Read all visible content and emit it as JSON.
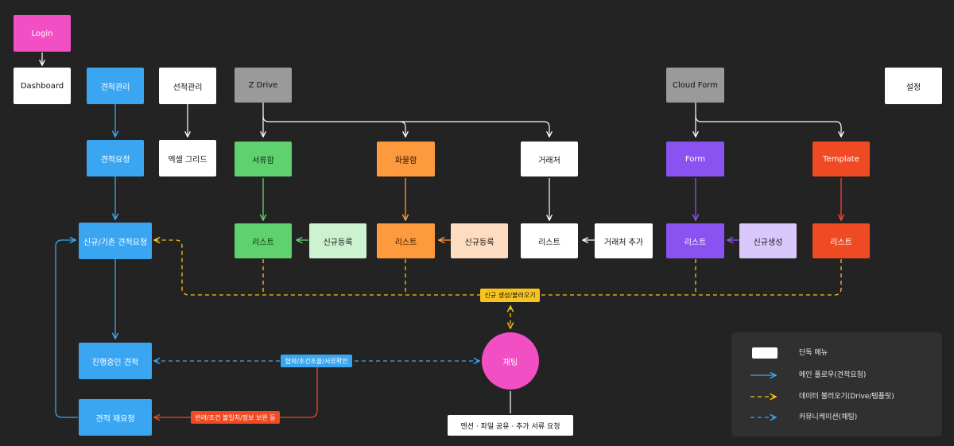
{
  "nodes": {
    "login": "Login",
    "dashboard": "Dashboard",
    "quote_manage": "견적관리",
    "vessel_manage": "선적관리",
    "zdrive": "Z Drive",
    "cloudform": "Cloud Form",
    "settings": "설정",
    "quote_request": "견적요청",
    "excel_grid": "엑셀 그리드",
    "docs_box": "서류함",
    "cargo_box": "화물함",
    "client": "거래처",
    "form": "Form",
    "template": "Template",
    "new_existing_quote": "신규/기존 견적요청",
    "list_docs": "리스트",
    "new_reg_docs": "신규등록",
    "list_cargo": "리스트",
    "new_reg_cargo": "신규등록",
    "list_client": "리스트",
    "add_client": "거래처 추가",
    "list_form": "리스트",
    "new_form": "신규생성",
    "list_template": "리스트",
    "quote_in_progress": "진행중인 견적",
    "quote_rerequest": "견적 재요청",
    "chat": "채팅",
    "chat_features": "멘션 · 파일 공유 · 추가 서류 요청"
  },
  "edge_labels": {
    "create_load": "신규 생성/불러오기",
    "negotiate": "협의/조건조율/서류확인",
    "reject": "반려/조건 불일치/정보 보완 등"
  },
  "legend": {
    "standalone": "단독 메뉴",
    "main_flow": "메인 플로우(견적요청)",
    "data_load": "데이터 불러오기(Drive/템플릿)",
    "communication": "커뮤니케이션(채팅)"
  },
  "colors": {
    "background": "#232323",
    "main_flow": "#3aa6f2",
    "data_load": "#f8c31c",
    "communication": "#3aa6f2",
    "reject": "#f04a24",
    "chat": "#f24fc5"
  }
}
